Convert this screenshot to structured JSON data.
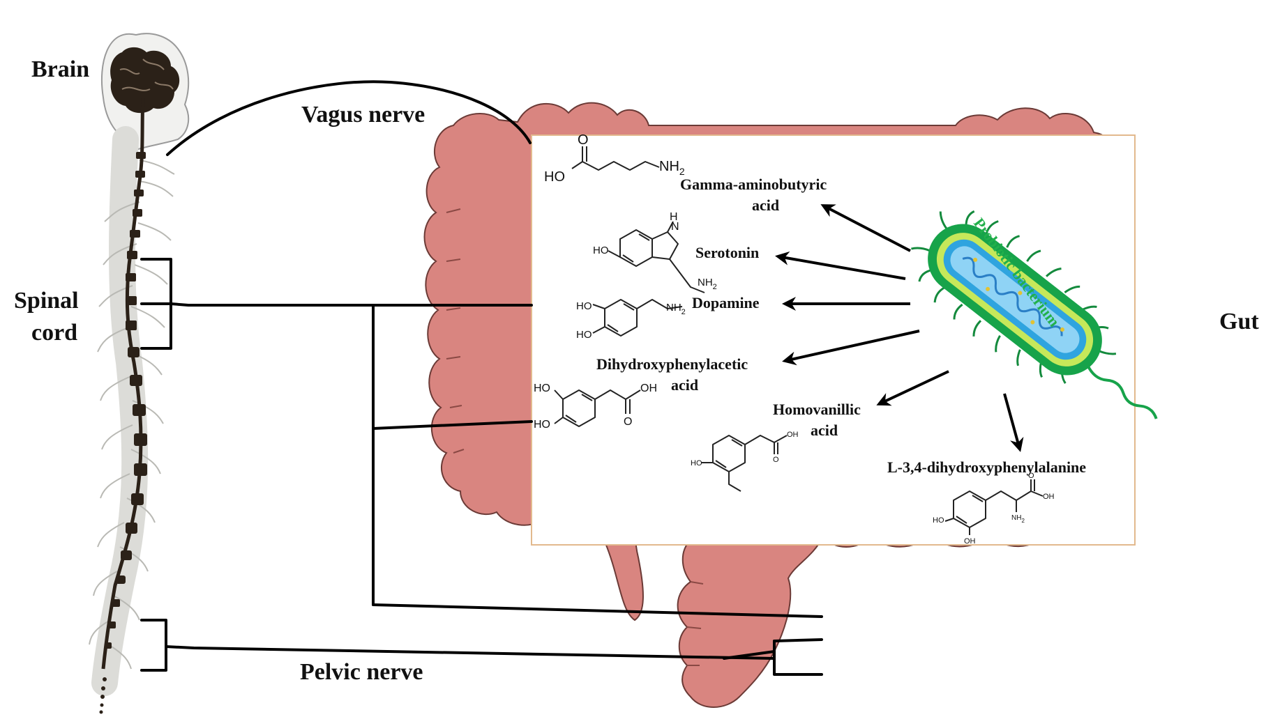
{
  "labels": {
    "brain": "Brain",
    "spinal_cord_line1": "Spinal",
    "spinal_cord_line2": "cord",
    "vagus_nerve": "Vagus nerve",
    "pelvic_nerve": "Pelvic nerve",
    "gut": "Gut",
    "probiotic": "Probiotic bacterium"
  },
  "molecules": {
    "gaba_line1": "Gamma-aminobutyric",
    "gaba_line2": "acid",
    "serotonin": "Serotonin",
    "dopamine": "Dopamine",
    "dopac_line1": "Dihydroxyphenylacetic",
    "dopac_line2": "acid",
    "hva_line1": "Homovanillic",
    "hva_line2": "acid",
    "ldopa": "L-3,4-dihydroxyphenylalanine"
  },
  "chem_text": {
    "gaba_o": "O",
    "gaba_ho": "HO",
    "gaba_nh2": "NH",
    "gaba_nh2_sub": "2",
    "ser_h": "H",
    "ser_n": "N",
    "ser_ho": "HO",
    "ser_nh2": "NH",
    "ser_nh2_sub": "2",
    "dop_ho1": "HO",
    "dop_ho2": "HO",
    "dop_nh2": "NH",
    "dop_nh2_sub": "2",
    "dopac_ho1": "HO",
    "dopac_ho2": "HO",
    "dopac_oh": "OH",
    "dopac_o": "O",
    "hva_ho": "HO",
    "hva_oh": "OH",
    "hva_o": "O",
    "ld_o": "O",
    "ld_oh": "OH",
    "ld_ho": "HO",
    "ld_oh2": "OH",
    "ld_nh2": "NH",
    "ld_nh2_sub": "2"
  },
  "colors": {
    "gut_fill": "#d98580",
    "gut_stroke": "#6b3a36",
    "panel_border": "#e2b98d",
    "bacterium_outer": "#17a34a",
    "bacterium_inner": "#3aa3e8",
    "bacterium_label": "#22b04b",
    "spine_dark": "#2b2118"
  }
}
